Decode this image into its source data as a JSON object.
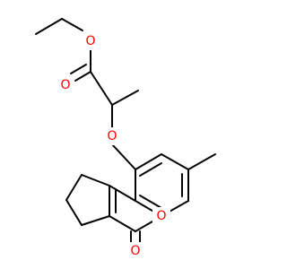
{
  "molecule": {
    "atoms": {
      "ester_o_single": {
        "symbol": "O",
        "color": "#ff0000"
      },
      "ester_o_double": {
        "symbol": "O",
        "color": "#ff0000"
      },
      "ether_o": {
        "symbol": "O",
        "color": "#ff0000"
      },
      "ring_o": {
        "symbol": "O",
        "color": "#ff0000"
      },
      "lactone_o_double": {
        "symbol": "O",
        "color": "#ff0000"
      }
    },
    "bond_color": "#000000"
  }
}
